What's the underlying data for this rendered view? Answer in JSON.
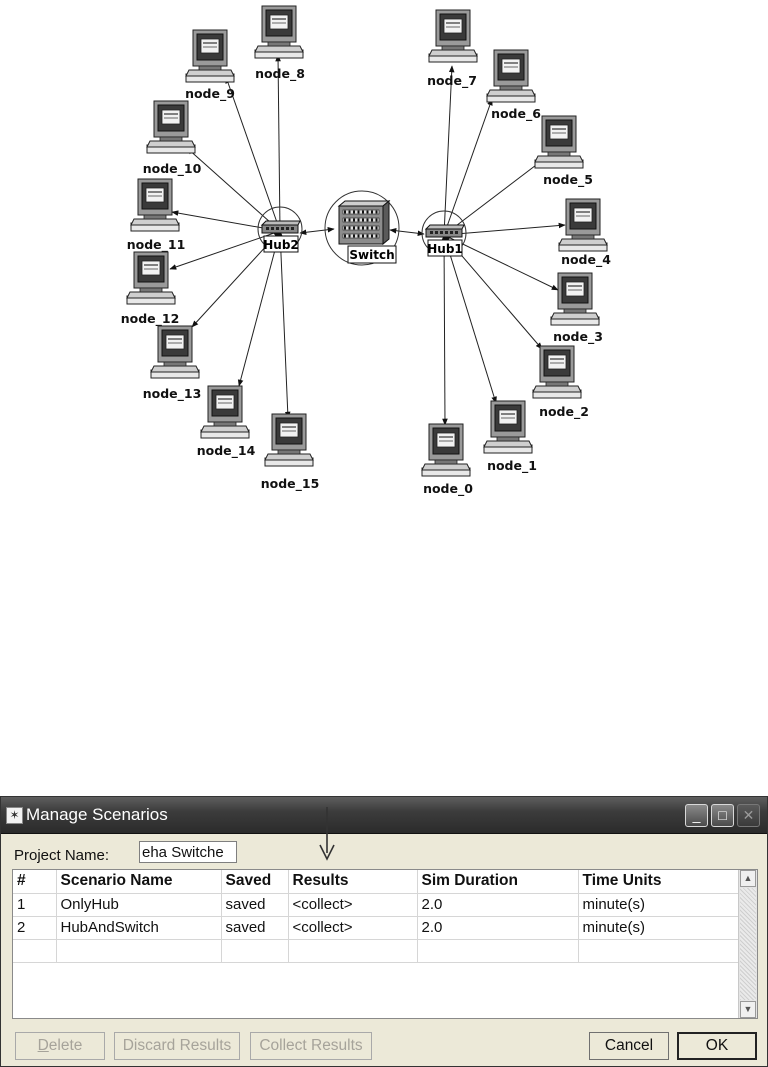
{
  "topology": {
    "nodes": [
      {
        "id": "node_0",
        "label": "node_0"
      },
      {
        "id": "node_1",
        "label": "node_1"
      },
      {
        "id": "node_2",
        "label": "node_2"
      },
      {
        "id": "node_3",
        "label": "node_3"
      },
      {
        "id": "node_4",
        "label": "node_4"
      },
      {
        "id": "node_5",
        "label": "node_5"
      },
      {
        "id": "node_6",
        "label": "node_6"
      },
      {
        "id": "node_7",
        "label": "node_7"
      },
      {
        "id": "node_8",
        "label": "node_8"
      },
      {
        "id": "node_9",
        "label": "node_9"
      },
      {
        "id": "node_10",
        "label": "node_10"
      },
      {
        "id": "node_11",
        "label": "node_11"
      },
      {
        "id": "node_12",
        "label": "node_12"
      },
      {
        "id": "node_13",
        "label": "node_13"
      },
      {
        "id": "node_14",
        "label": "node_14"
      },
      {
        "id": "node_15",
        "label": "node_15"
      }
    ],
    "hub2": "Hub2",
    "hub1": "Hub1",
    "switch": "Switch"
  },
  "dialog": {
    "title": "Manage Scenarios",
    "icon": "star-icon",
    "project_label": "Project Name:",
    "project_value": "eha  Switche",
    "columns": [
      "#",
      "Scenario Name",
      "Saved",
      "Results",
      "Sim Duration",
      "Time Units"
    ],
    "rows": [
      [
        "1",
        "OnlyHub",
        "saved",
        "<collect>",
        "2.0",
        "minute(s)"
      ],
      [
        "2",
        "HubAndSwitch",
        "saved",
        "<collect>",
        "2.0",
        "minute(s)"
      ]
    ],
    "buttons": {
      "delete": "Delete",
      "discard": "Discard Results",
      "collect": "Collect Results",
      "cancel": "Cancel",
      "ok": "OK"
    }
  }
}
